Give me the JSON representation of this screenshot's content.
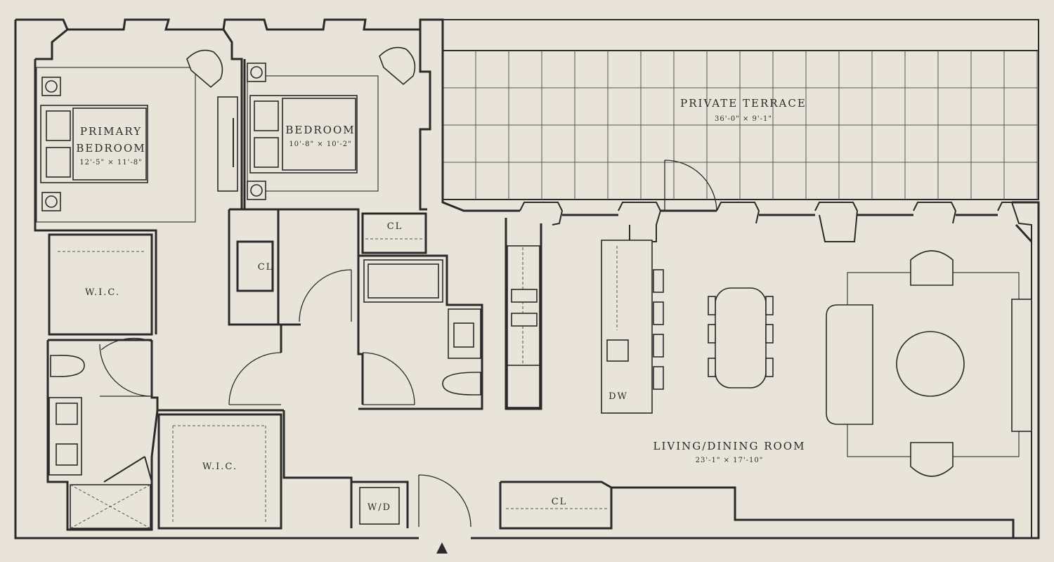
{
  "rooms": {
    "primary_bedroom": {
      "name_line1": "PRIMARY",
      "name_line2": "BEDROOM",
      "dims": "12'-5\" × 11'-8\""
    },
    "bedroom": {
      "name": "BEDROOM",
      "dims": "10'-8\" × 10'-2\""
    },
    "terrace": {
      "name": "PRIVATE TERRACE",
      "dims": "36'-0\" × 9'-1\""
    },
    "living": {
      "name": "LIVING/DINING ROOM",
      "dims": "23'-1\" × 17'-10\""
    }
  },
  "labels": {
    "wic_1": "W.I.C.",
    "wic_2": "W.I.C.",
    "cl_1": "CL",
    "cl_2": "CL",
    "cl_3": "CL",
    "wd": "W/D",
    "dw": "DW"
  },
  "colors": {
    "background": "#e8e4da",
    "ink": "#2a2a2a"
  },
  "icons": {
    "entry": "triangle-up-icon"
  }
}
